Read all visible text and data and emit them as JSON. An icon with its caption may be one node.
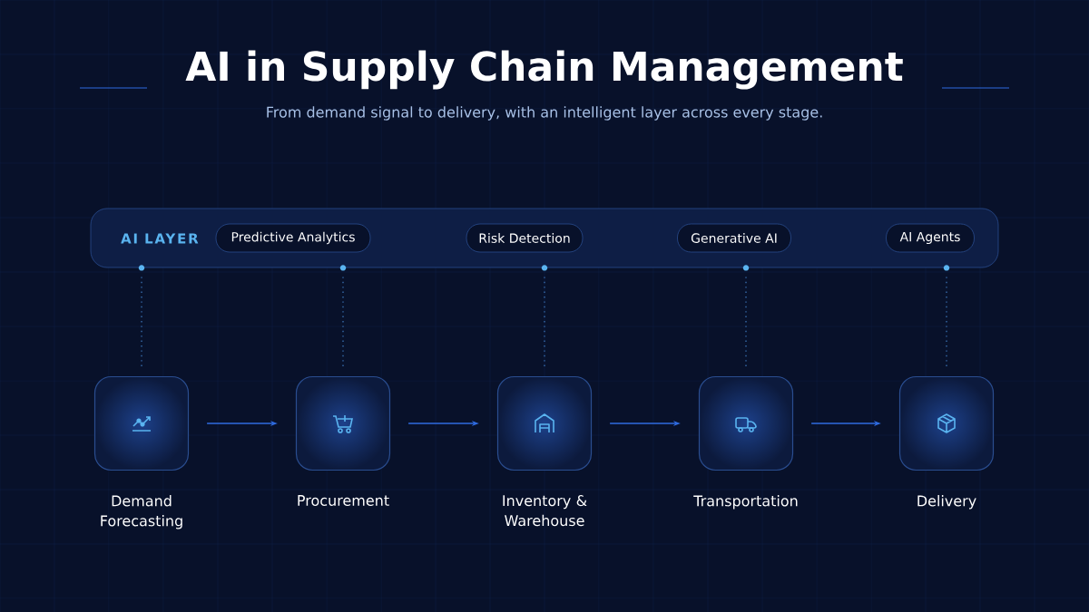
{
  "diagram": {
    "title": "AI in Supply Chain Management",
    "caption": "From demand signal to delivery, with an intelligent layer across every stage.",
    "nodes": [
      {
        "text": [
          "AI LAYER"
        ]
      },
      {
        "text": [
          "Predictive Analytics"
        ],
        "in": 0
      },
      {
        "text": [
          "Risk Detection"
        ],
        "in": 0
      },
      {
        "text": [
          "Generative AI"
        ],
        "in": 0
      },
      {
        "text": [
          "AI Agents"
        ],
        "in": 0
      },
      {
        "text": [],
        "shape": "box",
        "beside": [
          "Demand Forecasting"
        ]
      },
      {
        "text": [],
        "shape": "box",
        "beside": [
          "Procurement"
        ]
      },
      {
        "text": [],
        "shape": "box",
        "beside": [
          "Inventory & Warehouse"
        ]
      },
      {
        "text": [],
        "shape": "box",
        "beside": [
          "Transportation"
        ]
      },
      {
        "text": [],
        "shape": "box",
        "beside": [
          "Delivery"
        ]
      }
    ],
    "edges": [
      {
        "from": 0,
        "to": 5,
        "arrow": "none",
        "style": "dashed"
      },
      {
        "from": 0,
        "to": 6,
        "arrow": "none",
        "style": "dashed"
      },
      {
        "from": 0,
        "to": 7,
        "arrow": "none",
        "style": "dashed"
      },
      {
        "from": 0,
        "to": 8,
        "arrow": "none",
        "style": "dashed"
      },
      {
        "from": 0,
        "to": 9,
        "arrow": "none",
        "style": "dashed"
      },
      {
        "from": 5,
        "to": 6,
        "arrow": "to"
      },
      {
        "from": 6,
        "to": 7,
        "arrow": "to"
      },
      {
        "from": 7,
        "to": 8,
        "arrow": "to"
      },
      {
        "from": 8,
        "to": 9,
        "arrow": "to"
      }
    ]
  }
}
